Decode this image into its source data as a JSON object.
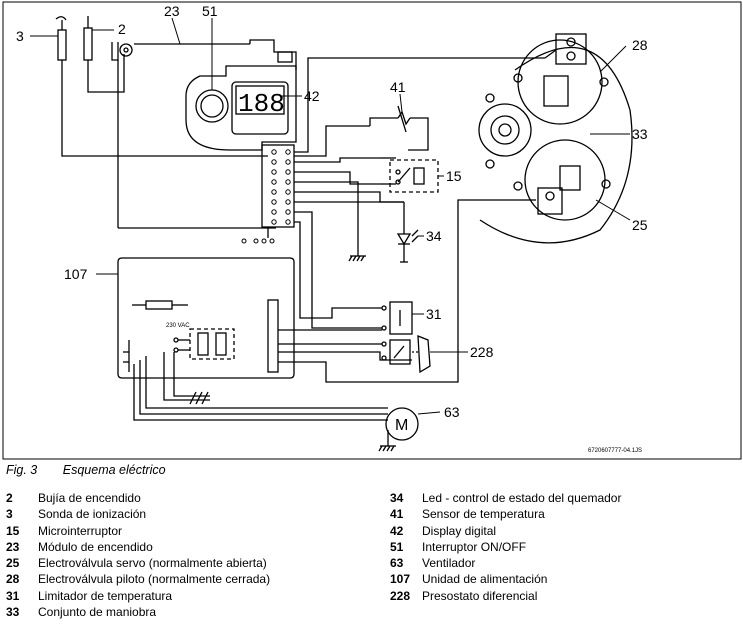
{
  "callouts": {
    "c2": "2",
    "c3": "3",
    "c23": "23",
    "c51": "51",
    "c42": "42",
    "c41": "41",
    "c15": "15",
    "c34": "34",
    "c28": "28",
    "c33": "33",
    "c25": "25",
    "c107": "107",
    "c31": "31",
    "c228": "228",
    "c63": "63"
  },
  "diagram_text": {
    "display": "188",
    "voltage": "230 VAC",
    "motor": "M",
    "doc_code": "6720607777-04.1JS"
  },
  "caption": {
    "number": "Fig. 3",
    "title": "Esquema eléctrico"
  },
  "legend_left": [
    {
      "num": "2",
      "text": "Bujía de encendido"
    },
    {
      "num": "3",
      "text": "Sonda de ionización"
    },
    {
      "num": "15",
      "text": "Microinterruptor"
    },
    {
      "num": "23",
      "text": "Módulo de encendido"
    },
    {
      "num": "25",
      "text": "Electroválvula servo (normalmente abierta)"
    },
    {
      "num": "28",
      "text": "Electroválvula piloto (normalmente cerrada)"
    },
    {
      "num": "31",
      "text": "Limitador de temperatura"
    },
    {
      "num": "33",
      "text": "Conjunto de maniobra"
    }
  ],
  "legend_right": [
    {
      "num": "34",
      "text": "Led - control de estado del quemador"
    },
    {
      "num": "41",
      "text": "Sensor de temperatura"
    },
    {
      "num": "42",
      "text": "Display digital"
    },
    {
      "num": "51",
      "text": "Interruptor ON/OFF"
    },
    {
      "num": "63",
      "text": "Ventilador"
    },
    {
      "num": "107",
      "text": "Unidad de alimentación"
    },
    {
      "num": "228",
      "text": "Presostato diferencial"
    }
  ]
}
